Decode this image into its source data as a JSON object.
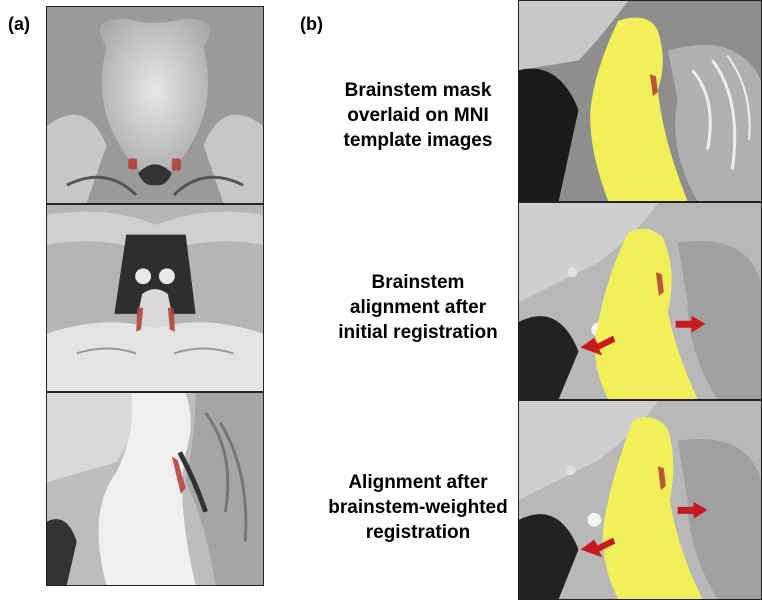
{
  "panel_a": {
    "label": "(a)"
  },
  "panel_b": {
    "label": "(b)"
  },
  "captions": [
    {
      "lines": [
        "Brainstem mask",
        "overlaid on MNI",
        "template images"
      ]
    },
    {
      "lines": [
        "Brainstem",
        "alignment after",
        "initial registration"
      ]
    },
    {
      "lines": [
        "Alignment after",
        "brainstem-weighted",
        "registration"
      ]
    }
  ],
  "colors": {
    "mask": "#f2f05a",
    "roi": "#b23a32",
    "arrow": "#c8191c"
  }
}
